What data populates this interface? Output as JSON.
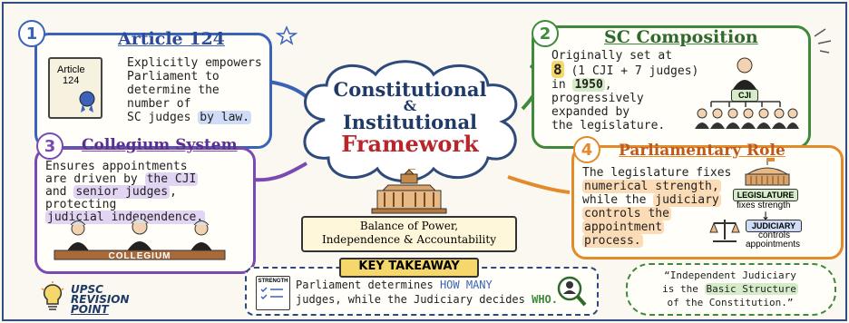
{
  "center": {
    "line1": "Constitutional",
    "amp": "&",
    "line2": "Institutional",
    "line3": "Framework",
    "balance_line1": "Balance of Power,",
    "balance_line2": "Independence & Accountability"
  },
  "cards": [
    {
      "num": "1",
      "title": "Article 124",
      "doc_label_line1": "Article",
      "doc_label_line2": "124",
      "lines": [
        "Explicitly empowers",
        "Parliament to",
        "determine the",
        "number of"
      ],
      "last_plain": "SC judges ",
      "last_hl": "by law.",
      "color": "#3a63b8"
    },
    {
      "num": "2",
      "title": "SC Composition",
      "line1": "Originally set at",
      "num_hl": "8",
      "num_rest": " (1 CJI + 7 judges)",
      "in_word": "in ",
      "year_hl": "1950",
      "year_rest": ",",
      "line4": "progressively",
      "line5": "expanded by",
      "line6": "the legislature.",
      "cji_label": "CJI",
      "color": "#3f8a3a"
    },
    {
      "num": "3",
      "title": "Collegium System",
      "l1": "Ensures appointments",
      "l2_plain": "are driven by ",
      "l2_hl": "the CJI",
      "l3_plain": "and ",
      "l3_hl": "senior judges",
      "l3_rest": ",",
      "l4": "protecting",
      "l5_hl": "judicial independence.",
      "banner": "COLLEGIUM",
      "color": "#7b4ab0"
    },
    {
      "num": "4",
      "title": "Parliamentary Role",
      "l1": "The legislature fixes",
      "l2_hl": "numerical strength,",
      "l3_plain": "while the ",
      "l3_hl": "judiciary",
      "l4_hl": "controls the",
      "l5_hl": "appointment",
      "l6_hl": "process.",
      "legislature_tag": "LEGISLATURE",
      "legislature_sub": "fixes strength",
      "judiciary_tag": "JUDICIARY",
      "judiciary_sub1": "controls",
      "judiciary_sub2": "appointments",
      "color": "#e38a2a"
    }
  ],
  "takeaway": {
    "title": "KEY TAKEAWAY",
    "doc_label": "STRENGTH",
    "l1_plain": "Parliament determines ",
    "l1_hl": "HOW MANY",
    "l2_plain": "judges, while the Judiciary decides ",
    "l2_hl": "WHO."
  },
  "revision": {
    "line1": "UPSC",
    "line2": "REVISION",
    "line3": "POINT"
  },
  "quote": {
    "line1": "“Independent Judiciary",
    "line2_plain": "is the ",
    "line2_hl": "Basic Structure",
    "line3": "of the Constitution.”"
  },
  "colors": {
    "blue": "#3a63b8",
    "green": "#3f8a3a",
    "purple": "#7b4ab0",
    "orange": "#e38a2a",
    "red": "#b8262c",
    "highlight_yellow": "#f6d76b",
    "highlight_blue": "#cfdcf7",
    "highlight_purple": "#e2d4f3",
    "highlight_orange": "#fbdcb7",
    "highlight_green": "#d6ecc8"
  }
}
